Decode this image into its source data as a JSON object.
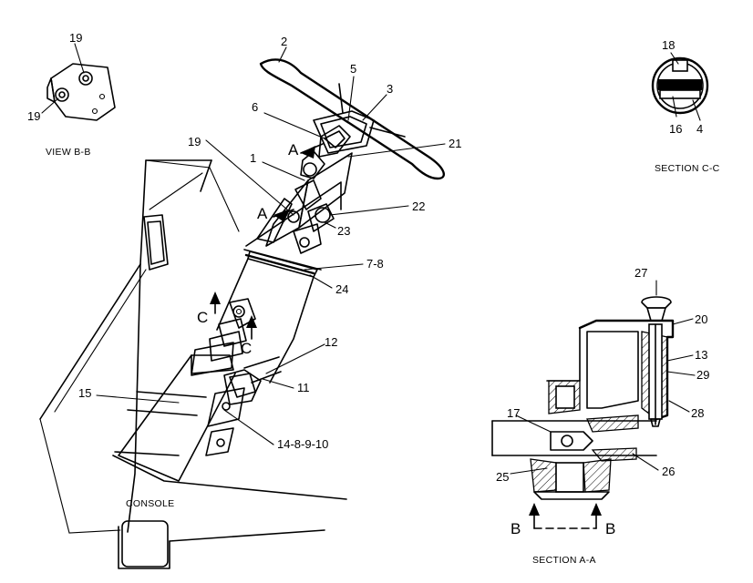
{
  "captions": {
    "view_bb": "VIEW B-B",
    "section_cc": "SECTION C-C",
    "section_aa": "SECTION A-A",
    "console": "CONSOLE"
  },
  "view_letters": {
    "a_upper": "A",
    "a_lower": "A",
    "c_left": "C",
    "c_right": "C",
    "b_left": "B",
    "b_right": "B"
  },
  "callouts": {
    "c19_top": "19",
    "c19_left": "19",
    "c18": "18",
    "c16": "16",
    "c4": "4",
    "c2": "2",
    "c5": "5",
    "c3": "3",
    "c6": "6",
    "c21": "21",
    "c1": "1",
    "c19_main": "19",
    "c22": "22",
    "c23": "23",
    "c7_8": "7-8",
    "c24": "24",
    "c12": "12",
    "c11": "11",
    "c15": "15",
    "c14_8_9_10": "14-8-9-10",
    "c27": "27",
    "c20": "20",
    "c13": "13",
    "c29": "29",
    "c28": "28",
    "c17": "17",
    "c26": "26",
    "c25": "25"
  }
}
